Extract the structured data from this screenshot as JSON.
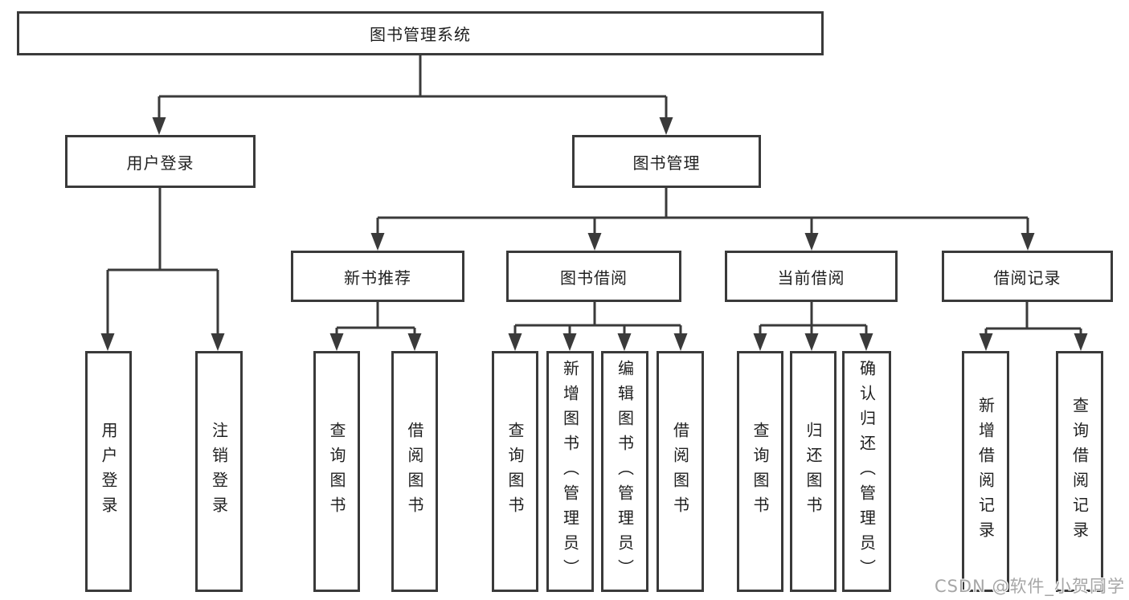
{
  "diagram_title": "图书管理系统",
  "tree": {
    "label": "图书管理系统",
    "children": [
      {
        "label": "用户登录",
        "children": [
          {
            "label": "用户登录"
          },
          {
            "label": "注销登录"
          }
        ]
      },
      {
        "label": "图书管理",
        "children": [
          {
            "label": "新书推荐",
            "children": [
              {
                "label": "查询图书"
              },
              {
                "label": "借阅图书"
              }
            ]
          },
          {
            "label": "图书借阅",
            "children": [
              {
                "label": "查询图书"
              },
              {
                "label": "新增图书（管理员）"
              },
              {
                "label": "编辑图书（管理员）"
              },
              {
                "label": "借阅图书"
              }
            ]
          },
          {
            "label": "当前借阅",
            "children": [
              {
                "label": "查询图书"
              },
              {
                "label": "归还图书"
              },
              {
                "label": "确认归还（管理员）"
              }
            ]
          },
          {
            "label": "借阅记录",
            "children": [
              {
                "label": "新增借阅记录"
              },
              {
                "label": "查询借阅记录"
              }
            ]
          }
        ]
      }
    ]
  },
  "watermark": {
    "text": "CSDN @软件_小贺同学"
  },
  "colors": {
    "line": "#3a3a3a",
    "text": "#1f1f1f",
    "watermark": "#a6a6a6",
    "background": "#ffffff"
  }
}
